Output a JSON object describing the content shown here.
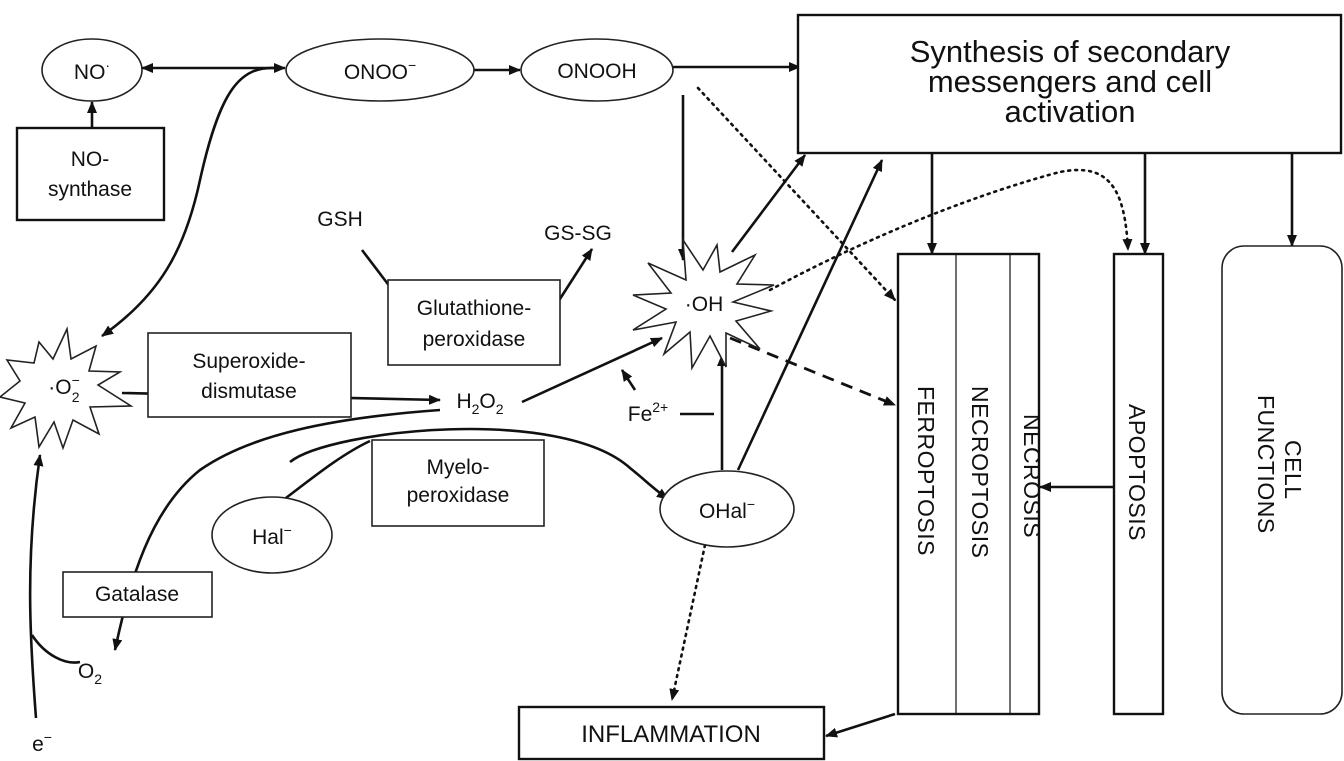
{
  "nodes": {
    "no": {
      "text": "NO",
      "sup": "·"
    },
    "onoo": {
      "text": "ONOO",
      "sup": "−"
    },
    "onooh": "ONOOH",
    "synthesis": {
      "line1": "Synthesis of secondary",
      "line2": "messengers and cell",
      "line3": "activation"
    },
    "no_synthase": {
      "line1": "NO-",
      "line2": "synthase"
    },
    "gsh": "GSH",
    "gssg": "GS-SG",
    "hydroxyl": {
      "prefix": "·",
      "text": "OH"
    },
    "glutathione_peroxidase": {
      "line1": "Glutathione-",
      "line2": "peroxidase"
    },
    "superoxide": {
      "prefix": "·",
      "text": "O",
      "sup": "−",
      "sub": "2"
    },
    "superoxide_dismutase": {
      "line1": "Superoxide-",
      "line2": "dismutase"
    },
    "h2o2": {
      "a": "H",
      "a_sub": "2",
      "b": "O",
      "b_sub": "2"
    },
    "fe": {
      "text": "Fe",
      "sup": "2+"
    },
    "myeloperoxidase": {
      "line1": "Myelo-",
      "line2": "peroxidase"
    },
    "ohal": {
      "text": "OHal",
      "sup": "−"
    },
    "hal": {
      "text": "Hal",
      "sup": "−"
    },
    "gatalase": "Gatalase",
    "o2": {
      "text": "O",
      "sub": "2"
    },
    "electron": {
      "text": "e",
      "sup": "−"
    },
    "inflammation": "INFLAMMATION",
    "ferroptosis": "FERROPTOSIS",
    "necroptosis": "NECROPTOSIS",
    "necrosis": "NECROSIS",
    "apoptosis": "APOPTOSIS",
    "cell_functions": {
      "line1": "CELL",
      "line2": "FUNCTIONS"
    }
  }
}
